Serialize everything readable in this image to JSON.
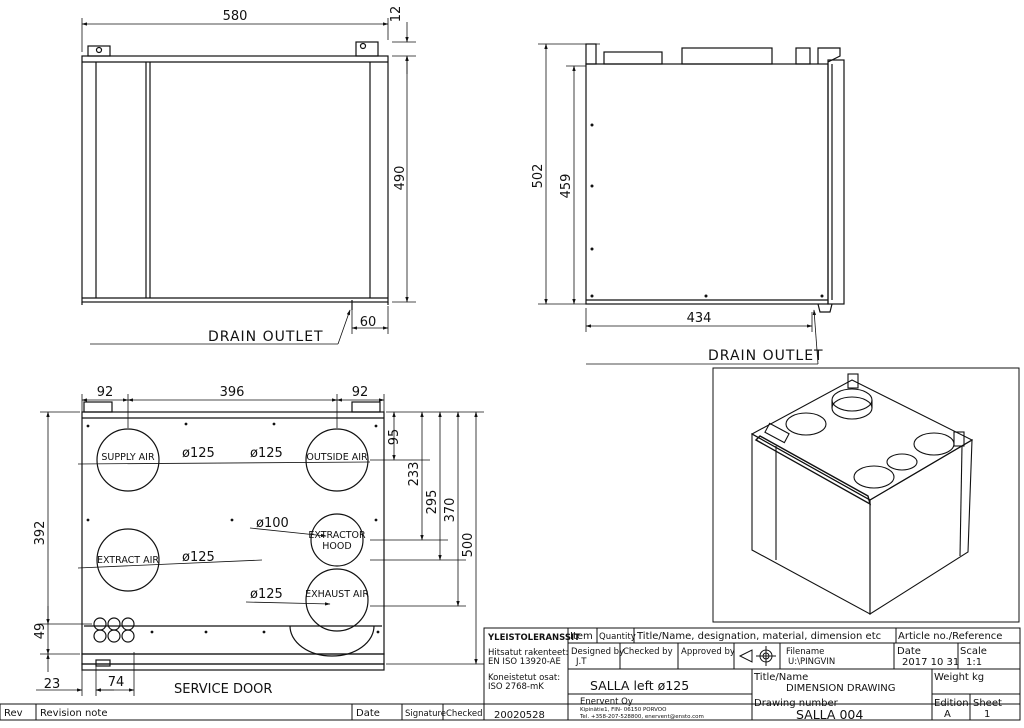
{
  "front_view": {
    "width": "580",
    "top_gap": "12",
    "height": "490",
    "drain_outlet_label": "DRAIN OUTLET",
    "drain_offset": "60"
  },
  "side_view": {
    "height_total": "502",
    "height_inner": "459",
    "depth": "434",
    "drain_outlet_label": "DRAIN OUTLET"
  },
  "top_view": {
    "col_left": "92",
    "col_mid": "396",
    "col_right": "92",
    "height_392": "392",
    "height_49": "49",
    "v95": "95",
    "v233": "233",
    "v295": "295",
    "v370": "370",
    "v500": "500",
    "h23": "23",
    "h74": "74",
    "supply_air": "SUPPLY AIR",
    "outside_air": "OUTSIDE AIR",
    "extract_air": "EXTRACT AIR",
    "extractor_hood_line1": "EXTRACTOR",
    "extractor_hood_line2": "HOOD",
    "exhaust_air": "EXHAUST AIR",
    "d_supply": "ø125",
    "d_outside": "ø125",
    "d_extract": "ø125",
    "d_hood": "ø100",
    "d_exhaust": "ø125",
    "service_door": "SERVICE DOOR"
  },
  "standards": {
    "title": "YLEISTOLERANSSIT",
    "weld_label": "Hitsatut rakenteet:",
    "weld_std": "EN ISO 13920-AE",
    "machined_label": "Koneistetut osat:",
    "machined_std": "ISO 2768-mK",
    "date_code": "20020528"
  },
  "title_block": {
    "item": "Item",
    "quantity": "Quantity",
    "title_name_header": "Title/Name, designation, material, dimension etc",
    "article_no": "Article no./Reference",
    "designed_by": "Designed by",
    "designer": "J.T",
    "checked_by": "Checked by",
    "approved_by": "Approved by",
    "filename_label": "Filename",
    "filename": "U:\\PINGVIN",
    "date_label": "Date",
    "date": "2017 10 31",
    "scale_label": "Scale",
    "scale": "1:1",
    "title_name_label": "Title/Name",
    "title_name": "DIMENSION DRAWING",
    "weight_label": "Weight kg",
    "product": "SALLA left ø125",
    "company": "Enervent Oy",
    "address": "Kipinätie1, FIN- 06150 PORVOO",
    "contact": "Tel. +358-207-528800, enervent@ensto.com",
    "drawing_number_label": "Drawing number",
    "drawing_number": "SALLA 004",
    "edition_label": "Edition",
    "edition": "A",
    "sheet_label": "Sheet",
    "sheet": "1"
  },
  "revision_row": {
    "rev": "Rev",
    "revision_note": "Revision note",
    "date": "Date",
    "signature": "Signature",
    "checked": "Checked"
  }
}
